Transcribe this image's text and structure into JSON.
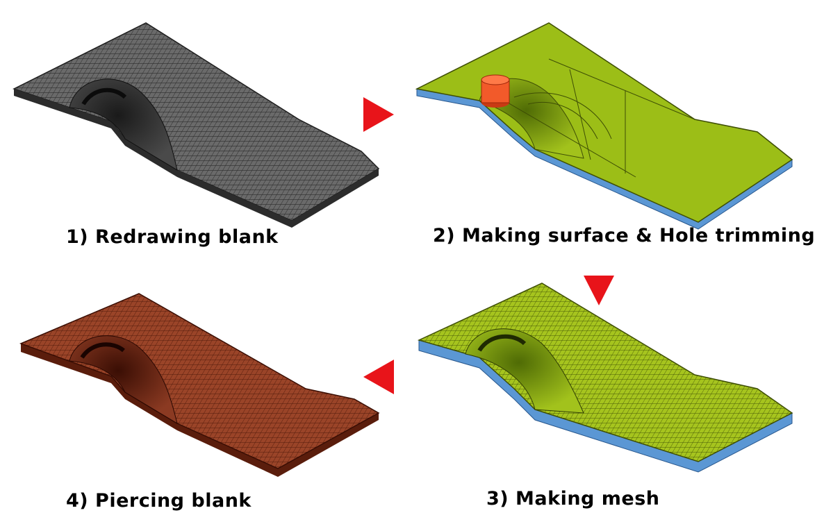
{
  "steps": [
    {
      "id": 1,
      "caption": "1) Redrawing blank"
    },
    {
      "id": 2,
      "caption": "2) Making surface & Hole trimming"
    },
    {
      "id": 3,
      "caption": "3) Making mesh"
    },
    {
      "id": 4,
      "caption": "4) Piercing blank"
    }
  ],
  "colors": {
    "blank_gray": "#5e5e5e",
    "surface_green": "#9cbe17",
    "underside_blue": "#5b97d4",
    "piercing_brown": "#8b3a22",
    "arrow_red": "#e8141a",
    "hole_red": "#f25a2a"
  },
  "arrows": [
    "right",
    "down",
    "left"
  ]
}
